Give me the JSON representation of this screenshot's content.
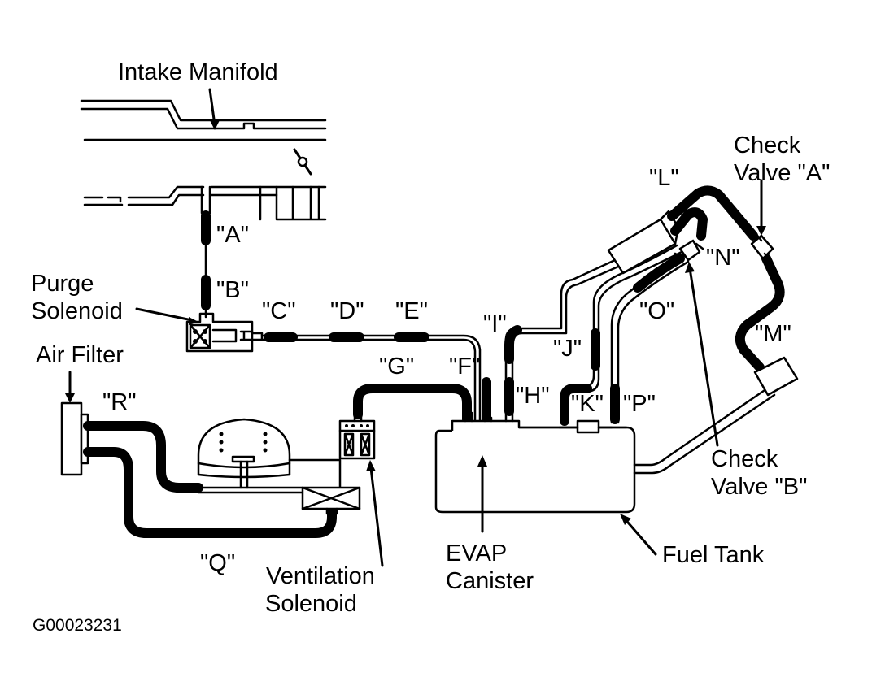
{
  "labels": {
    "intake_manifold": "Intake Manifold",
    "purge_solenoid_line1": "Purge",
    "purge_solenoid_line2": "Solenoid",
    "air_filter": "Air Filter",
    "ventilation_solenoid_line1": "Ventilation",
    "ventilation_solenoid_line2": "Solenoid",
    "evap_canister_line1": "EVAP",
    "evap_canister_line2": "Canister",
    "fuel_tank": "Fuel Tank",
    "check_valve_a_line1": "Check",
    "check_valve_a_line2": "Valve \"A\"",
    "check_valve_b_line1": "Check",
    "check_valve_b_line2": "Valve \"B\""
  },
  "hoses": {
    "a": "\"A\"",
    "b": "\"B\"",
    "c": "\"C\"",
    "d": "\"D\"",
    "e": "\"E\"",
    "f": "\"F\"",
    "g": "\"G\"",
    "h": "\"H\"",
    "i": "\"I\"",
    "j": "\"J\"",
    "k": "\"K\"",
    "l": "\"L\"",
    "m": "\"M\"",
    "n": "\"N\"",
    "o": "\"O\"",
    "p": "\"P\"",
    "q": "\"Q\"",
    "r": "\"R\""
  },
  "figure_id": "G00023231"
}
